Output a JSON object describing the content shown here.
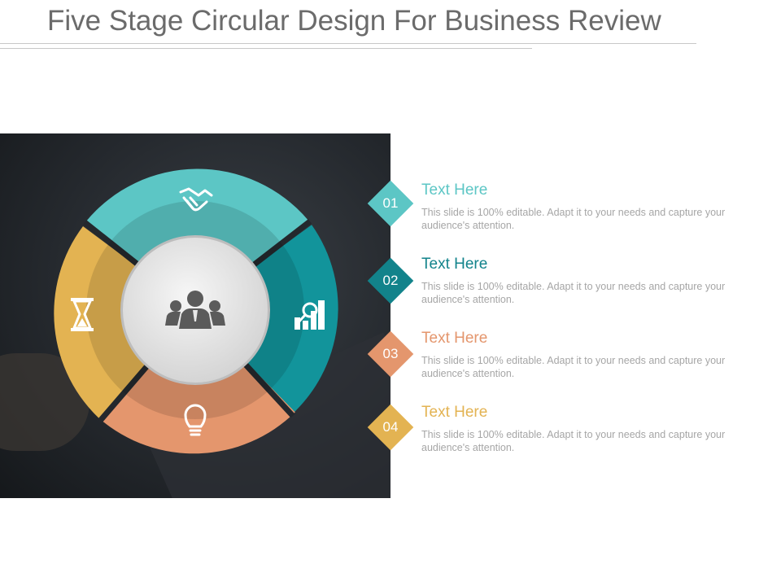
{
  "slide": {
    "title": "Five Stage Circular Design For Business Review"
  },
  "stages": [
    {
      "name": "top",
      "icon": "handshake-icon",
      "color": "#5cc6c5"
    },
    {
      "name": "right",
      "icon": "chart-search-icon",
      "color": "#12949b"
    },
    {
      "name": "bottom",
      "icon": "lightbulb-icon",
      "color": "#e4966d"
    },
    {
      "name": "left",
      "icon": "hourglass-icon",
      "color": "#e3b352"
    },
    {
      "name": "center",
      "icon": "team-icon",
      "color": "#e8e8e8"
    }
  ],
  "items": [
    {
      "number": "01",
      "title": "Text Here",
      "color": "#5cc6c5",
      "description": "This slide is 100% editable. Adapt it to your needs and capture your audience's attention."
    },
    {
      "number": "02",
      "title": "Text Here",
      "color": "#12838b",
      "description": "This slide is 100% editable. Adapt it to your needs and capture your audience's attention."
    },
    {
      "number": "03",
      "title": "Text Here",
      "color": "#e4966d",
      "description": "This slide is 100% editable. Adapt it to your needs and capture your audience's attention."
    },
    {
      "number": "04",
      "title": "Text Here",
      "color": "#e3b352",
      "description": "This slide is 100% editable. Adapt it to your needs and capture your audience's attention."
    }
  ]
}
